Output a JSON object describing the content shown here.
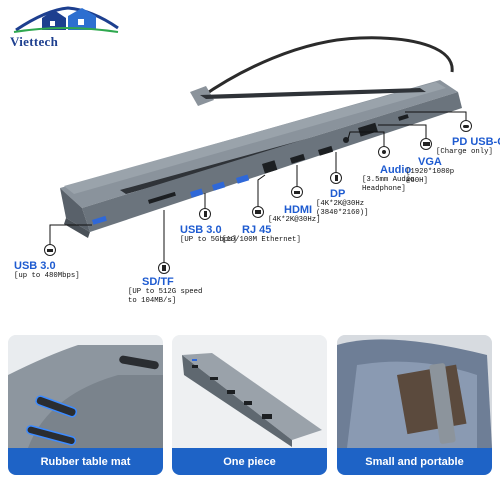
{
  "brand": {
    "name": "Viettech"
  },
  "labels": {
    "usb30_left": {
      "title": "USB 3.0",
      "sub": "[up to 480Mbps]"
    },
    "sdtf": {
      "title": "SD/TF",
      "sub1": "[UP to 512G speed",
      "sub2": "to 104MB/s]"
    },
    "usb30_mid": {
      "title": "USB 3.0",
      "sub": "[UP to 5Gbps]"
    },
    "rj45": {
      "title": "RJ 45",
      "sub": "[10/100M Ethernet]"
    },
    "hdmi": {
      "title": "HDMI",
      "sub": "[4K*2K@30Hz]"
    },
    "dp": {
      "title": "DP",
      "sub1": "[4K*2K@30Hz",
      "sub2": "(3840*2160)]"
    },
    "audio": {
      "title": "Audio",
      "sub1": "[3.5mm Audio",
      "sub2": "Headphone]"
    },
    "vga": {
      "title": "VGA",
      "sub1": "[1920*1080p",
      "sub2": "@60H]"
    },
    "pd": {
      "title": "PD USB-C",
      "sub": "[Charge only]"
    }
  },
  "panels": [
    {
      "caption": "Rubber table mat"
    },
    {
      "caption": "One piece"
    },
    {
      "caption": "Small and portable"
    }
  ],
  "colors": {
    "accent": "#1e5bd0",
    "caption_bg": "#1e63c6",
    "device": "#7c858e"
  }
}
